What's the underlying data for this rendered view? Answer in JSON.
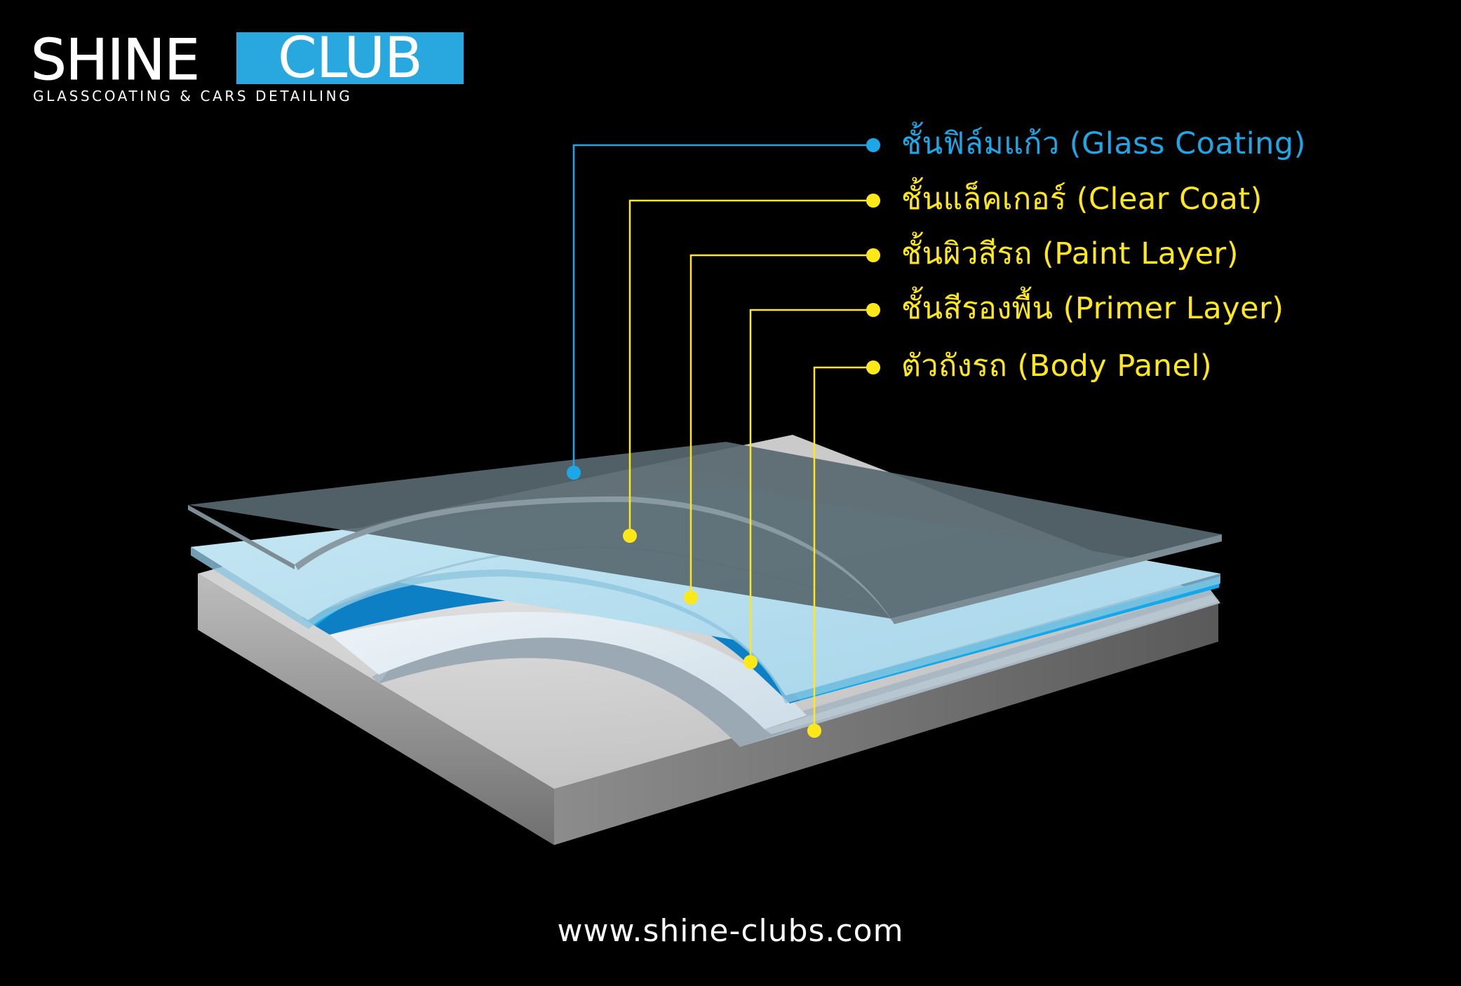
{
  "logo": {
    "shine": "SHINE",
    "club": "CLUB",
    "tagline": "GLASSCOATING & CARS DETAILING"
  },
  "layers": [
    {
      "label": "ชั้นฟิล์มแก้ว (Glass Coating)",
      "color": "#1ea7e6"
    },
    {
      "label": "ชั้นแล็คเกอร์ (Clear Coat)",
      "color": "#ffe81a"
    },
    {
      "label": "ชั้นผิวสีรถ (Paint Layer)",
      "color": "#ffe81a"
    },
    {
      "label": "ชั้นสีรองพื้น (Primer Layer)",
      "color": "#ffe81a"
    },
    {
      "label": "ตัวถังรถ (Body Panel)",
      "color": "#ffe81a"
    }
  ],
  "website": "www.shine-clubs.com",
  "colors": {
    "background": "#000000",
    "brand_blue": "#29a8e0",
    "callout_blue": "#1ea7e6",
    "callout_yellow": "#ffe81a",
    "paint_blue": "#12a8ec",
    "clear_coat": "#b5dff0",
    "glass": "#586870",
    "primer": "#dfeaf1",
    "body_panel": "#c9c9c9"
  }
}
